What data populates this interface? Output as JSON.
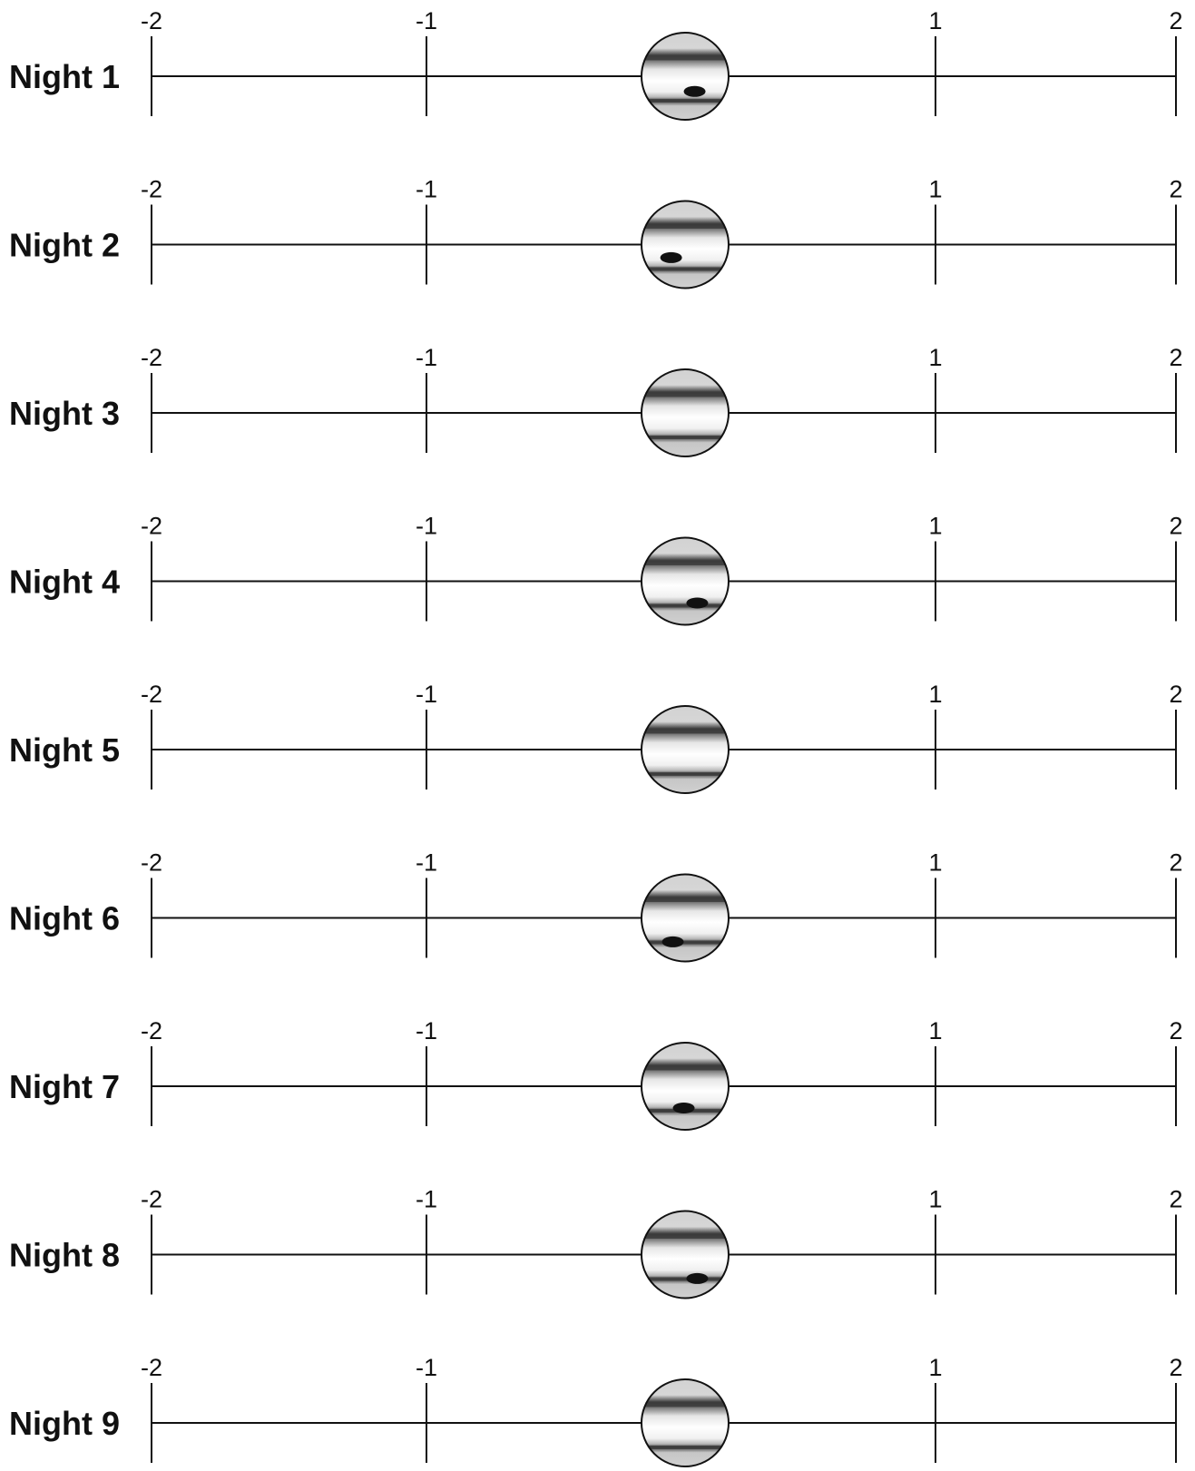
{
  "rows": [
    {
      "label": "Night 1",
      "spot": {
        "dx": 0.22,
        "dy": 0.35
      }
    },
    {
      "label": "Night 2",
      "spot": {
        "dx": -0.32,
        "dy": 0.3
      }
    },
    {
      "label": "Night 3",
      "spot": null
    },
    {
      "label": "Night 4",
      "spot": {
        "dx": 0.28,
        "dy": 0.5
      }
    },
    {
      "label": "Night 5",
      "spot": null
    },
    {
      "label": "Night 6",
      "spot": {
        "dx": -0.28,
        "dy": 0.55
      }
    },
    {
      "label": "Night 7",
      "spot": {
        "dx": -0.03,
        "dy": 0.5
      }
    },
    {
      "label": "Night 8",
      "spot": {
        "dx": 0.28,
        "dy": 0.55
      }
    },
    {
      "label": "Night 9",
      "spot": null
    }
  ],
  "axis": {
    "ticks": [
      {
        "value": -2,
        "label": "-2"
      },
      {
        "value": -1,
        "label": "-1"
      },
      {
        "value": 1,
        "label": "1"
      },
      {
        "value": 2,
        "label": "2"
      }
    ]
  },
  "colors": {
    "line": "#111111",
    "disk_fill": "#d4d4d4",
    "band": "#3a3a3a",
    "spot": "#111111"
  }
}
